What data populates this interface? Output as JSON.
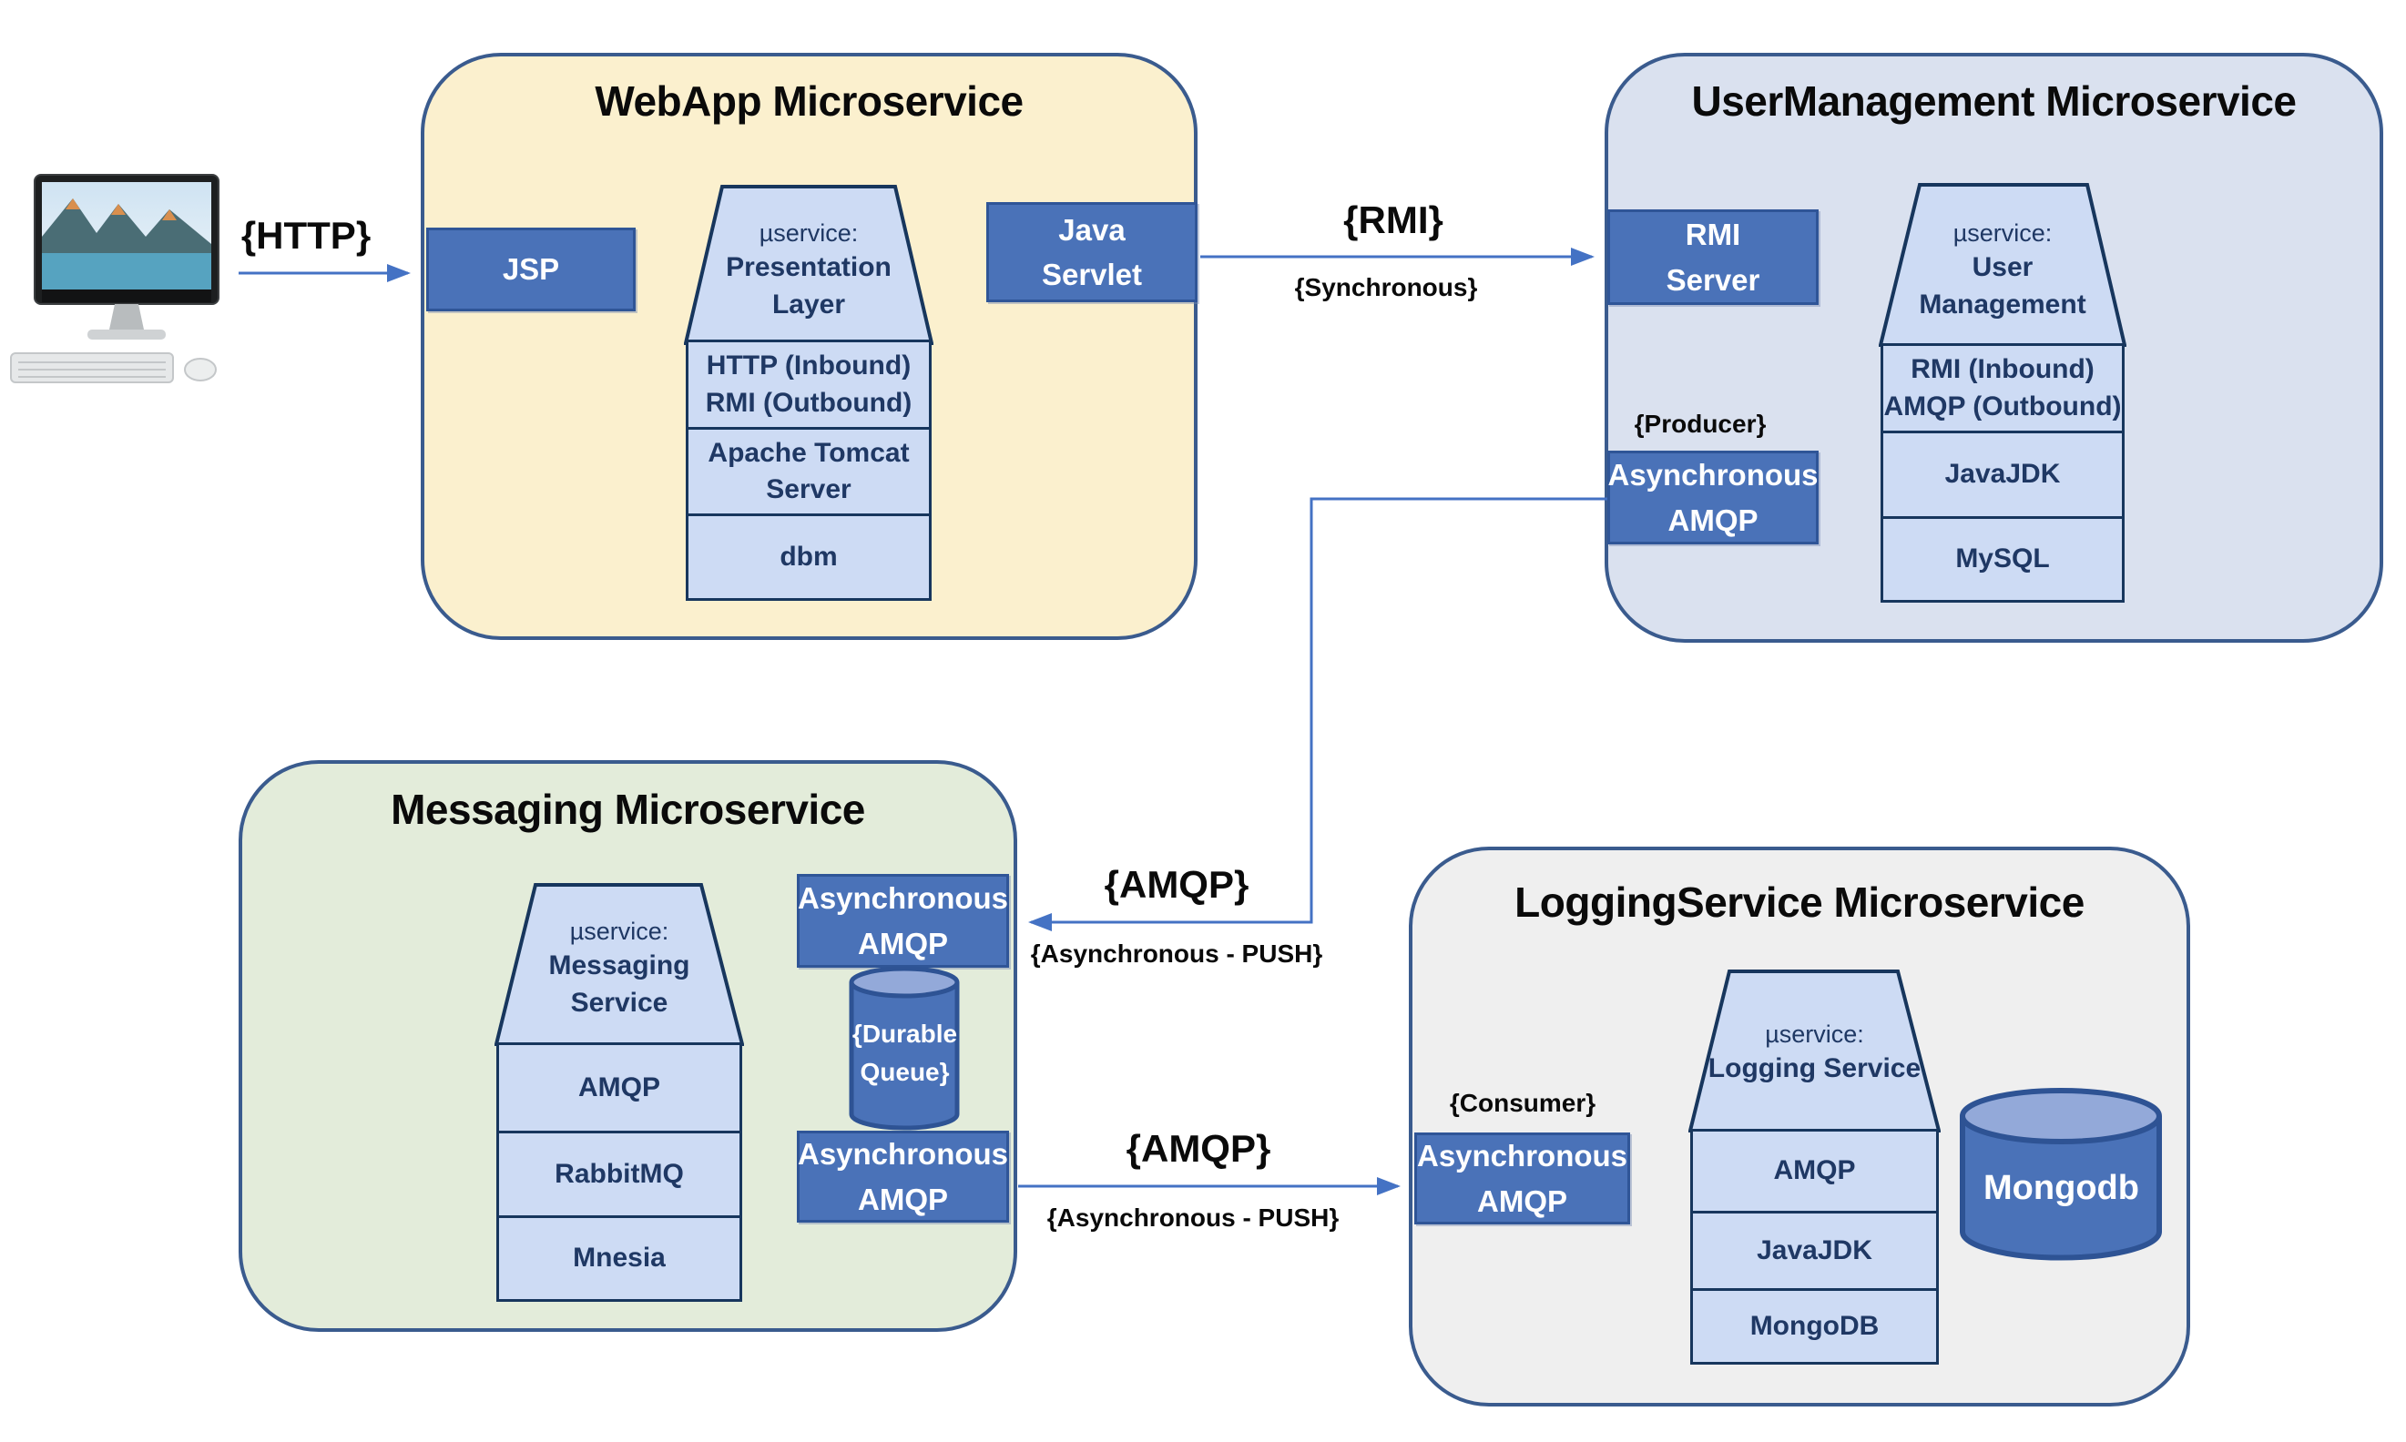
{
  "colors": {
    "accent-blue": "#4472C4",
    "box-blue": "#4A72B8",
    "box-border": "#2F5597",
    "stack-fill": "#CDDBF4",
    "stack-border": "#17365D",
    "stack-text": "#1F3864",
    "c-webapp": "#FBF0CE",
    "c-user": "#DAE1EF",
    "c-msg": "#E3ECDA",
    "c-log": "#EFEFEF",
    "container-border": "#3A5B8E",
    "cyl-top": "#93A9D9"
  },
  "containers": {
    "webapp": {
      "title": "WebApp Microservice",
      "jsp_box": "JSP",
      "java_servlet_box": "Java\nServlet",
      "stack": {
        "prefix": "µservice:",
        "name": "Presentation Layer",
        "rows": [
          "HTTP (Inbound)\nRMI (Outbound)",
          "Apache Tomcat\nServer",
          "dbm"
        ]
      }
    },
    "usermanagement": {
      "title": "UserManagement Microservice",
      "rmi_server_box": "RMI\nServer",
      "producer_label": "{Producer}",
      "async_amqp_box": "Asynchronous\nAMQP",
      "stack": {
        "prefix": "µservice:",
        "name": "User\nManagement",
        "rows": [
          "RMI (Inbound)\nAMQP (Outbound)",
          "JavaJDK",
          "MySQL"
        ]
      }
    },
    "messaging": {
      "title": "Messaging Microservice",
      "async_amqp_top_box": "Asynchronous\nAMQP",
      "async_amqp_bottom_box": "Asynchronous\nAMQP",
      "durable_queue_label": "{Durable\nQueue}",
      "stack": {
        "prefix": "µservice:",
        "name": "Messaging\nService",
        "rows": [
          "AMQP",
          "RabbitMQ",
          "Mnesia"
        ]
      }
    },
    "logging": {
      "title": "LoggingService Microservice",
      "consumer_label": "{Consumer}",
      "async_amqp_box": "Asynchronous\nAMQP",
      "mongodb_label": "Mongodb",
      "stack": {
        "prefix": "µservice:",
        "name": "Logging Service",
        "rows": [
          "AMQP",
          "JavaJDK",
          "MongoDB"
        ]
      }
    }
  },
  "arrows": {
    "http": {
      "label": "{HTTP}"
    },
    "rmi": {
      "label": "{RMI}",
      "sublabel": "{Synchronous}"
    },
    "producer_amqp": {
      "label": "{AMQP}",
      "sublabel": "{Asynchronous - PUSH}"
    },
    "consumer_amqp": {
      "label": "{AMQP}",
      "sublabel": "{Asynchronous - PUSH}"
    }
  }
}
